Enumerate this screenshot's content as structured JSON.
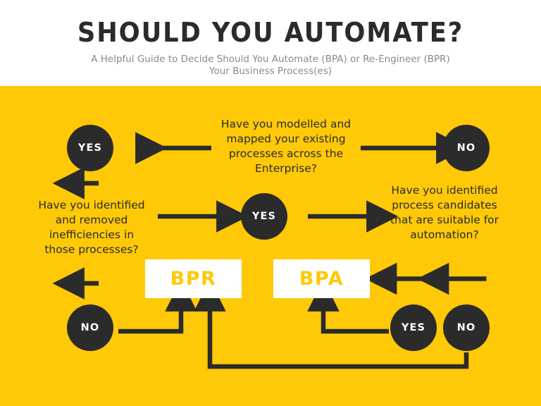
{
  "header": {
    "title": "SHOULD YOU AUTOMATE?",
    "subtitle_line1": "A Helpful Guide to Decide Should You Automate (BPA) or Re-Engineer (BPR)",
    "subtitle_line2": "Your Business Process(es)"
  },
  "colors": {
    "background": "#ffc907",
    "header_background": "#ffffff",
    "node_dark": "#2b2b2b",
    "node_text": "#ffffff",
    "result_box_background": "#ffffff",
    "result_box_text": "#ffc907",
    "title_text": "#2b2b2b",
    "subtitle_text": "#8a8a8a",
    "connector": "#2b2b2b"
  },
  "flowchart": {
    "questions": [
      {
        "id": "q1",
        "text": "Have you modelled and mapped your existing processes across the Enterprise?"
      },
      {
        "id": "q2",
        "text": "Have you identified and removed inefficiencies in those processes?"
      },
      {
        "id": "q3",
        "text": "Have you identified process candidates that are suitable for automation?"
      }
    ],
    "decisions": [
      {
        "id": "d1-yes",
        "label": "YES"
      },
      {
        "id": "d1-no",
        "label": "NO"
      },
      {
        "id": "d2-yes",
        "label": "YES"
      },
      {
        "id": "d2-no",
        "label": "NO"
      },
      {
        "id": "d3-yes",
        "label": "YES"
      },
      {
        "id": "d3-no",
        "label": "NO"
      }
    ],
    "outcomes": [
      {
        "id": "bpr",
        "label": "BPR"
      },
      {
        "id": "bpa",
        "label": "BPA"
      }
    ]
  }
}
